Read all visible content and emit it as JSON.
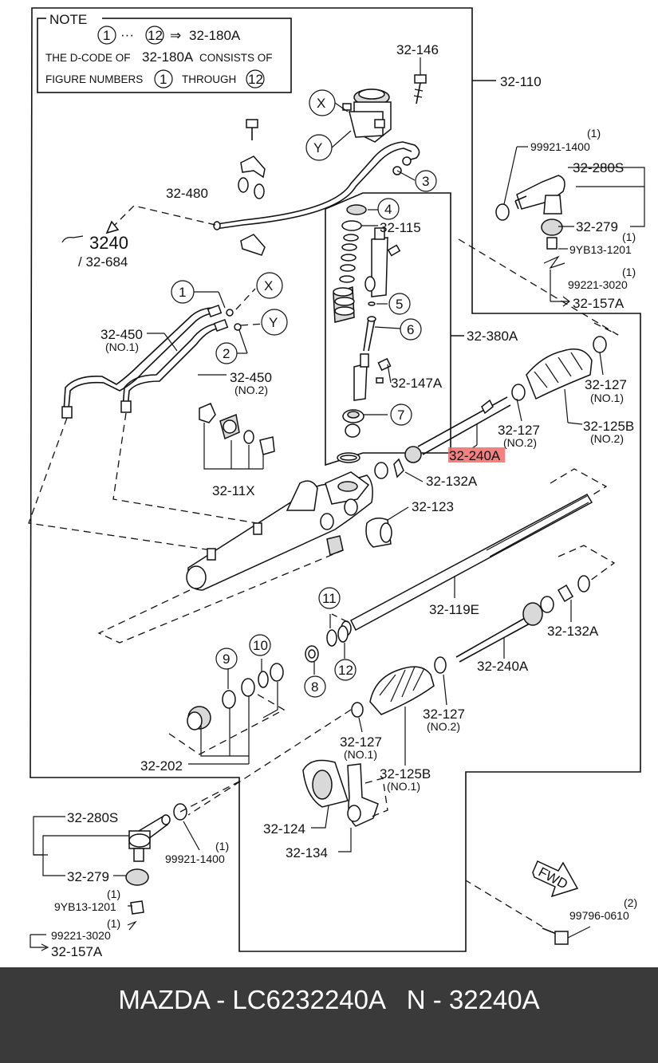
{
  "note": {
    "heading": "NOTE",
    "range_from": "1",
    "range_dots": "···",
    "range_to": "12",
    "arrow": "⇒",
    "target": "32-180A",
    "line2a": "THE D-CODE OF",
    "line2b": "32-180A",
    "line2c": "CONSISTS OF",
    "line3a": "FIGURE NUMBERS",
    "line3b": "1",
    "line3c": "THROUGH",
    "line3d": "12"
  },
  "labels": {
    "p32_110": "32-110",
    "p32_146": "32-146",
    "p99921_1400_top": "99921-1400",
    "qty_99921_top": "(1)",
    "p32_280S_top": "32-280S",
    "p32_279_top": "32-279",
    "qty_9YB13_top": "(1)",
    "p9YB13_1201_top": "9YB13-1201",
    "qty_99221_top": "(1)",
    "p99221_3020_top": "99221-3020",
    "p32_157A_top": "32-157A",
    "p32_480": "32-480",
    "p3240": "3240",
    "p32_684": "/ 32-684",
    "p32_115": "32-115",
    "p32_380A": "32-380A",
    "p32_450_1": "32-450",
    "p32_450_1_sub": "(NO.1)",
    "p32_450_2": "32-450",
    "p32_450_2_sub": "(NO.2)",
    "p32_147A": "32-147A",
    "p32_127_r1": "32-127",
    "p32_127_r1_sub": "(NO.1)",
    "p32_125B_r": "32-125B",
    "p32_125B_r_sub": "(NO.2)",
    "p32_127_r2": "32-127",
    "p32_127_r2_sub": "(NO.2)",
    "p32_240A_hl": "32-240A",
    "p32_132A_up": "32-132A",
    "p32_11X": "32-11X",
    "p32_123": "32-123",
    "p32_119E": "32-119E",
    "p32_132A_low": "32-132A",
    "p32_240A_low": "32-240A",
    "p32_127_l2": "32-127",
    "p32_127_l2_sub": "(NO.2)",
    "p32_127_l1": "32-127",
    "p32_127_l1_sub": "(NO.1)",
    "p32_202": "32-202",
    "p32_125B_l": "32-125B",
    "p32_125B_l_sub": "(NO.1)",
    "p32_280S_bot": "32-280S",
    "qty_99921_bot": "(1)",
    "p99921_1400_bot": "99921-1400",
    "p32_124": "32-124",
    "p32_134": "32-134",
    "p32_279_bot": "32-279",
    "qty_9YB13_bot": "(1)",
    "p9YB13_1201_bot": "9YB13-1201",
    "qty_99221_bot": "(1)",
    "p99221_3020_bot": "99221-3020",
    "p32_157A_bot": "32-157A",
    "fwd": "FWD",
    "qty_99796": "(2)",
    "p99796_0610": "99796-0610"
  },
  "callouts": {
    "X": "X",
    "Y": "Y",
    "n1": "1",
    "n2": "2",
    "n3": "3",
    "n4": "4",
    "n5": "5",
    "n6": "6",
    "n7": "7",
    "n8": "8",
    "n9": "9",
    "n10": "10",
    "n11": "11",
    "n12": "12"
  },
  "highlight_color": "#f26b6b",
  "footer": {
    "title": "MAZDA - LC6232240A   N - 32240A"
  }
}
